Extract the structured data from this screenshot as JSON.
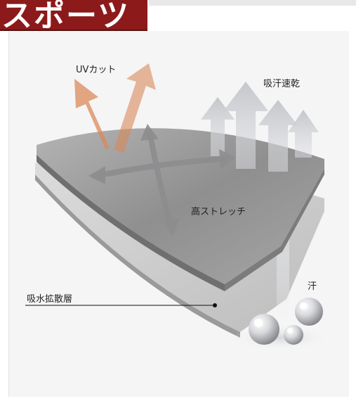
{
  "header": {
    "title": "スポーツ"
  },
  "labels": {
    "uv_cut": "UVカット",
    "quick_dry": "吸汗速乾",
    "high_stretch": "高ストレッチ",
    "sweat": "汗",
    "diffusion_layer": "吸水拡散層"
  },
  "colors": {
    "header_bg": "#8c1a1a",
    "uv_arrow": "#d9895a",
    "dry_arrow": "#c7c9ce",
    "stretch_arrow": "#8d8d8f",
    "fabric_top": "#8e8e8e",
    "fabric_bottom": "#c9c9c9"
  }
}
